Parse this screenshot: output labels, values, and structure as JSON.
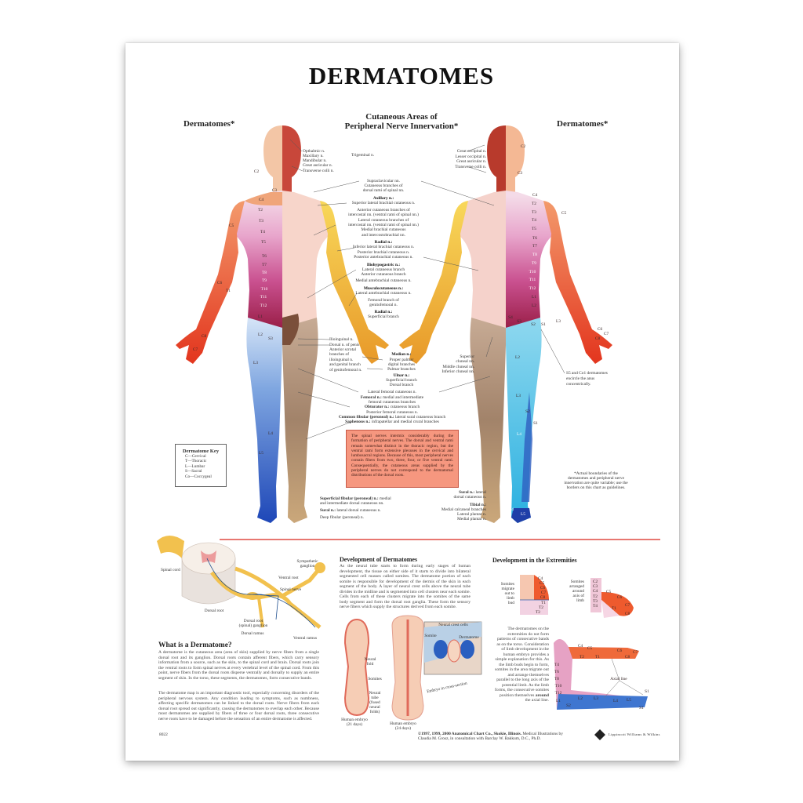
{
  "title": "DERMATOMES",
  "headings": {
    "left": "Dermatomes*",
    "center_line1": "Cutaneous Areas of",
    "center_line2": "Peripheral Nerve Innervation*",
    "right": "Dermatomes*"
  },
  "colors": {
    "cervical_orange": "#ee6a3c",
    "thoracic_magenta": "#c23a7c",
    "lumbar_blue": "#2e63c8",
    "sacral_cyan": "#3fbfe2",
    "cutaneous_yellow": "#f2b53c",
    "cutaneous_brown": "#a8876a",
    "note_salmon": "#f6977f",
    "divider_red": "#d9261c"
  },
  "front_dermatomes": [
    "C2",
    "C3",
    "C4",
    "T2",
    "T3",
    "T4",
    "T5",
    "T6",
    "T7",
    "T8",
    "T9",
    "T10",
    "T11",
    "T12",
    "L1",
    "L2",
    "L3",
    "L4",
    "L5",
    "C5",
    "C6",
    "T1",
    "C8",
    "C7",
    "S3"
  ],
  "back_dermatomes": [
    "C2",
    "C3",
    "C4",
    "T2",
    "T3",
    "T4",
    "T5",
    "T6",
    "T7",
    "T8",
    "T9",
    "T10",
    "T11",
    "T12",
    "L1",
    "L2",
    "S4",
    "S3",
    "S2",
    "S1",
    "L3",
    "C5",
    "C6",
    "C7",
    "C8",
    "L2",
    "L3",
    "S2",
    "S1",
    "L4",
    "L5",
    "L4",
    "L5"
  ],
  "face_nerves": [
    "Opthalmic n.",
    "Maxillary n.",
    "Mandibular n.",
    "Great auricular n.",
    "Transverse colli n.",
    "Trigeminal n."
  ],
  "back_neck_nerves": [
    "Great occipital n.",
    "Lesser occipital n.",
    "Great auricular n.",
    "Transverse colli n."
  ],
  "center_nerves": [
    {
      "text": "Supraclavicular nn.",
      "bold": false
    },
    {
      "text": "Cutaneous branches of",
      "bold": false
    },
    {
      "text": "dorsal rami of spinal nn.",
      "bold": false
    },
    {
      "text": "Axillary n.:",
      "bold": true
    },
    {
      "text": "Superior lateral brachial cutaneous n.",
      "bold": false
    },
    {
      "text": "Anterior cutaneous branches of",
      "bold": false
    },
    {
      "text": "intercostal nn. (ventral rami of spinal nn.)",
      "bold": false
    },
    {
      "text": "Lateral cutaneous branches of",
      "bold": false
    },
    {
      "text": "intercostal nn. (ventral rami of spinal nn.)",
      "bold": false
    },
    {
      "text": "Medial brachial cutaneous",
      "bold": false
    },
    {
      "text": "and intercostobrachial nn.",
      "bold": false
    },
    {
      "text": "Radial n.:",
      "bold": true
    },
    {
      "text": "Inferior lateral brachial cutaneous n.",
      "bold": false
    },
    {
      "text": "Posterior brachial cutaneous n.",
      "bold": false
    },
    {
      "text": "Posterior antebrachial cutaneous n.",
      "bold": false
    },
    {
      "text": "Iliohypogastric n.:",
      "bold": true
    },
    {
      "text": "Lateral cutaneous branch",
      "bold": false
    },
    {
      "text": "Anterior cutaneous branch",
      "bold": false
    },
    {
      "text": "Medial antebrachial cutaneous n.",
      "bold": false
    },
    {
      "text": "Musculocutaneous n.:",
      "bold": true
    },
    {
      "text": "Lateral antebrachial cutaneous n.",
      "bold": false
    },
    {
      "text": "Femoral branch of",
      "bold": false
    },
    {
      "text": "genitofemoral n.",
      "bold": false
    },
    {
      "text": "Radial n.:",
      "bold": true
    },
    {
      "text": "Superficial branch",
      "bold": false
    }
  ],
  "groin_nerves": [
    "Ilioinguinal n.",
    "Dorsal n. of penis",
    "Anterior scrotal",
    "branches of",
    "ilioinguinal n.",
    "and genital branch",
    "of genitofemoral n."
  ],
  "hand_nerves": [
    {
      "text": "Median n.:",
      "bold": true
    },
    {
      "text": "Proper palmar",
      "bold": false
    },
    {
      "text": "digital branches",
      "bold": false
    },
    {
      "text": "Palmar branches",
      "bold": false
    },
    {
      "text": "Ulnar n.:",
      "bold": true
    },
    {
      "text": "Superficial branch",
      "bold": false
    },
    {
      "text": "Dorsal branch",
      "bold": false
    }
  ],
  "leg_nerves": [
    {
      "bold": "",
      "text": "Lateral femoral cutaneous n."
    },
    {
      "bold": "Femoral n.:",
      "text": " medial and intermediate"
    },
    {
      "bold": "",
      "text": "femoral cutaneous branches"
    },
    {
      "bold": "Obturator n.:",
      "text": " cutaneous branch"
    },
    {
      "bold": "",
      "text": "Posterior femoral cutaneous n."
    },
    {
      "bold": "Common fibular (peroneal) n.:",
      "text": " lateral sural cutaneous branch"
    },
    {
      "bold": "Saphenous n.:",
      "text": " infrapatellar and medial crural branches"
    }
  ],
  "foot_nerves_front": [
    {
      "bold": "Superficial fibular (peroneal) n.:",
      "text": " medial"
    },
    {
      "bold": "",
      "text": "and intermediate dorsal cutaneous nn."
    },
    {
      "bold": "Sural n.:",
      "text": " lateral dorsal cutaneous n."
    },
    {
      "bold": "",
      "text": "Deep fibular (peroneal) n."
    }
  ],
  "foot_nerves_back": [
    {
      "bold": "Sural n.:",
      "text": " lateral"
    },
    {
      "bold": "",
      "text": "dorsal cutaneous n."
    },
    {
      "bold": "Tibial n.:",
      "text": ""
    },
    {
      "bold": "",
      "text": "Medial calcaneal branches"
    },
    {
      "bold": "",
      "text": "Lateral plantar n."
    },
    {
      "bold": "",
      "text": "Medial plantar n."
    }
  ],
  "cluneal_nerves": [
    "Superior",
    "cluneal nn.",
    "Middle cluneal nn.",
    "Inferior cluneal nn."
  ],
  "anus_note": [
    "S5 and Co1 dermatomes",
    "encircle the anus",
    "concentrically."
  ],
  "footnote": [
    "*Actual boundaries of the",
    "dermatomes and peripheral nerve",
    "innervation are quite variable; use the",
    "borders on this chart as guidelines."
  ],
  "key": {
    "title": "Dermatome Key",
    "items": [
      "C—Cervical",
      "T—Thoracic",
      "L—Lumbar",
      "S—Sacral",
      "Co—Coccygeal"
    ]
  },
  "note_box": "The spinal nerves intermix considerably during the formation of peripheral nerves. The dorsal and ventral rami remain somewhat distinct in the thoracic region, but the ventral rami form extensive plexuses in the cervical and lumbosacral regions. Because of this, most peripheral nerves contain fibers from two, three, four, or five ventral rami. Consequentially, the cutaneous areas supplied by the peripheral nerves do not correspond to the dermatomal distributions of the dorsal roots.",
  "spinal_labels": [
    "Spinal cord",
    "Sympathetic",
    "ganglion",
    "Ventral root",
    "Spinal nerve",
    "Dorsal root",
    "Dorsal root",
    "(spinal) ganglion",
    "Dorsal ramus",
    "Ventral ramus"
  ],
  "what_is": {
    "heading": "What is a Dermatome?",
    "p1": "A dermatome is the cutaneous area (area of skin) supplied by nerve fibers from a single dorsal root and its ganglion. Dorsal roots contain afferent fibers, which carry sensory information from a source, such as the skin, to the spinal cord and brain. Dorsal roots join the ventral roots to form spinal nerves at every vertebral level of the spinal cord. From this point, nerve fibers from the dorsal roots disperse ventrally and dorsally to supply an entire segment of skin. In the torso, these segments, the dermatomes, form consecutive bands.",
    "p2": "The dermatome map is an important diagnostic tool, especially concerning disorders of the peripheral nervous system. Any condition leading to symptoms, such as numbness, affecting specific dermatomes can be linked to the dorsal roots. Nerve fibers from each dorsal root spread out significantly, causing the dermatomes to overlap each other. Because most dermatomes are supplied by fibers of three or four dorsal roots, three consecutive nerve roots have to be damaged before the sensation of an entire dermatome is affected."
  },
  "development": {
    "heading": "Development of Dermatomes",
    "p": "As the neural tube starts to form during early stages of human development, the tissue on either side of it starts to divide into bilateral segmented cell masses called somites. The dermatome portion of each somite is responsible for development of the dermis of the skin in each segment of the body. A layer of neural crest cells above the neural tube divides in the midline and is segmented into cell clusters near each somite. Cells from each of these clusters migrate into the somites of the same body segment and form the dorsal root ganglia. These form the sensory nerve fibers which supply the structures derived from each somite.",
    "labels": [
      "Neural",
      "fold",
      "Somites",
      "Neural",
      "tube",
      "(fused",
      "neural",
      "folds)",
      "Human embryo",
      "(21 days)",
      "Human embryo",
      "(24 days)",
      "Neural crest cells",
      "Somite",
      "Dermatome",
      "Embryo in cross-section"
    ]
  },
  "extremities": {
    "heading": "Development in the Extremities",
    "migrate_label": [
      "Somites",
      "migrate",
      "out to",
      "limb",
      "bud"
    ],
    "arranged_label": [
      "Somites",
      "arranged",
      "around",
      "axis of",
      "limb"
    ],
    "bud1_labels": [
      "C4",
      "C5",
      "C6",
      "C7",
      "C8",
      "T1",
      "T2",
      "T2"
    ],
    "bud2_labels": [
      "C2",
      "C3",
      "C4",
      "T2",
      "T3",
      "T4",
      "C5",
      "C6",
      "T1",
      "C7",
      "C8"
    ],
    "p": "The dermatomes on the extremities do not form patterns of consecutive bands as on the torso. Consideration of limb development in the human embryo provides a simple explanation for this. As the limb buds begin to form, somites in the area migrate out and arrange themselves parallel to the long axis of the potential limb. As the limb forms, the consecutive somites position themselves",
    "p_bold": "around",
    "p_end": " the axial line.",
    "figure_labels": [
      "C4",
      "C5",
      "C6",
      "C7",
      "C8",
      "T2",
      "T1",
      "T4",
      "T6",
      "T8",
      "T10",
      "T12",
      "L1",
      "L2",
      "L3",
      "L4",
      "L5",
      "S1",
      "S2",
      "S1",
      "Axial line"
    ]
  },
  "footer": {
    "code": "8022",
    "copyright_bold": "©1997, 1999, 2000 Anatomical Chart Co., Skokie, Illinois.",
    "copyright_rest": " Medical Illustrations by",
    "credit": "Claudia M. Grosz, in consultation with Barclay W. Bakkum, D.C., Ph.D.",
    "publisher": "Lippincott Williams & Wilkins"
  }
}
